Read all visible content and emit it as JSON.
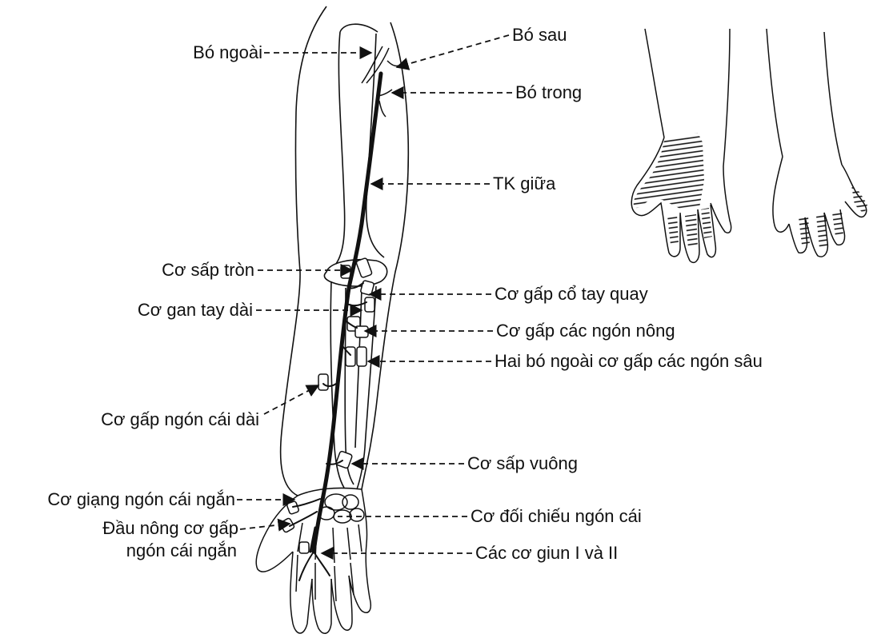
{
  "labels": {
    "bo_ngoai": "Bó ngoài",
    "bo_sau": "Bó sau",
    "bo_trong": "Bó trong",
    "tk_giua": "TK giữa",
    "co_sap_tron": "Cơ sấp tròn",
    "co_gan_tay_dai": "Cơ gan tay dài",
    "co_gap_co_tay_quay": "Cơ gấp cổ tay quay",
    "co_gap_cac_ngon_nong": "Cơ gấp các ngón nông",
    "hai_bo_ngoai": "Hai bó ngoài cơ gấp các ngón sâu",
    "co_gap_ngon_cai_dai": "Cơ gấp ngón cái dài",
    "co_sap_vuong": "Cơ sấp vuông",
    "co_giang_ngon_cai_ngan": "Cơ giạng ngón cái ngắn",
    "dau_nong_line1": "Đầu nông cơ gấp",
    "dau_nong_line2": "ngón cái ngắn",
    "co_doi_chieu": "Cơ đối chiếu ngón cái",
    "cac_co_giun": "Các cơ giun I và II"
  },
  "colors": {
    "ink": "#111111",
    "paper": "#ffffff"
  }
}
